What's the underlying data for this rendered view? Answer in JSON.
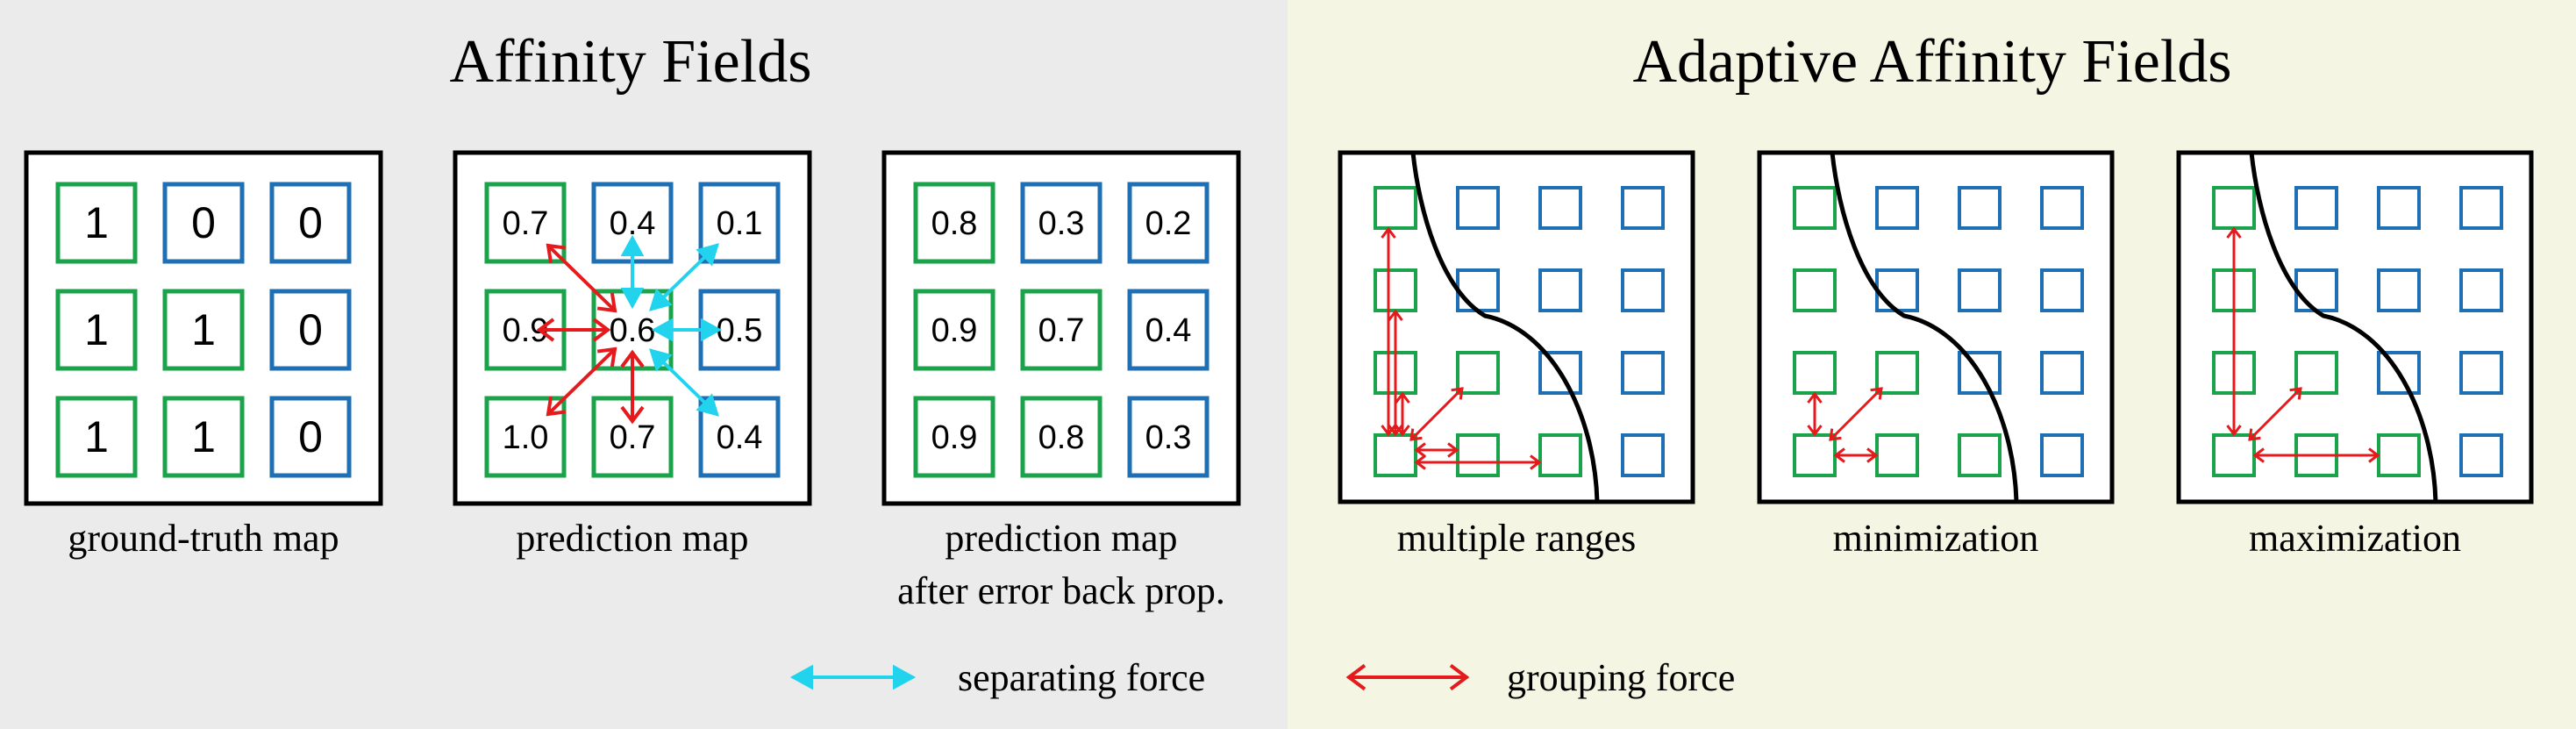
{
  "left_panel": {
    "title": "Affinity Fields",
    "bg_color": "#ebebeb",
    "grids": [
      {
        "caption": [
          "ground-truth map"
        ],
        "cells": [
          {
            "text": "1",
            "c": "g"
          },
          {
            "text": "0",
            "c": "b"
          },
          {
            "text": "0",
            "c": "b"
          },
          {
            "text": "1",
            "c": "g"
          },
          {
            "text": "1",
            "c": "g"
          },
          {
            "text": "0",
            "c": "b"
          },
          {
            "text": "1",
            "c": "g"
          },
          {
            "text": "1",
            "c": "g"
          },
          {
            "text": "0",
            "c": "b"
          }
        ]
      },
      {
        "caption": [
          "prediction map"
        ],
        "cells": [
          {
            "text": "0.7",
            "c": "g"
          },
          {
            "text": "0.4",
            "c": "b"
          },
          {
            "text": "0.1",
            "c": "b"
          },
          {
            "text": "0.9",
            "c": "g"
          },
          {
            "text": "0.6",
            "c": "g"
          },
          {
            "text": "0.5",
            "c": "b"
          },
          {
            "text": "1.0",
            "c": "g"
          },
          {
            "text": "0.7",
            "c": "g"
          },
          {
            "text": "0.4",
            "c": "b"
          }
        ]
      },
      {
        "caption": [
          "prediction map",
          "after error back prop."
        ],
        "cells": [
          {
            "text": "0.8",
            "c": "g"
          },
          {
            "text": "0.3",
            "c": "b"
          },
          {
            "text": "0.2",
            "c": "b"
          },
          {
            "text": "0.9",
            "c": "g"
          },
          {
            "text": "0.7",
            "c": "g"
          },
          {
            "text": "0.4",
            "c": "b"
          },
          {
            "text": "0.9",
            "c": "g"
          },
          {
            "text": "0.8",
            "c": "g"
          },
          {
            "text": "0.3",
            "c": "b"
          }
        ]
      }
    ]
  },
  "right_panel": {
    "title": "Adaptive Affinity Fields",
    "bg_color": "#f4f5e2",
    "grids": [
      {
        "caption": "multiple ranges",
        "cells": [
          "g",
          "b",
          "b",
          "b",
          "g",
          "b",
          "b",
          "b",
          "g",
          "g",
          "b",
          "b",
          "g",
          "g",
          "g",
          "b"
        ]
      },
      {
        "caption": "minimization",
        "cells": [
          "g",
          "b",
          "b",
          "b",
          "g",
          "b",
          "b",
          "b",
          "g",
          "g",
          "b",
          "b",
          "g",
          "g",
          "g",
          "b"
        ]
      },
      {
        "caption": "maximization",
        "cells": [
          "g",
          "b",
          "b",
          "b",
          "g",
          "b",
          "b",
          "b",
          "g",
          "g",
          "b",
          "b",
          "g",
          "g",
          "g",
          "b"
        ]
      }
    ]
  },
  "legend": {
    "separating": "separating force",
    "grouping": "grouping force"
  },
  "colors": {
    "green": "#1aa34a",
    "blue": "#1f6fb5",
    "cyan": "#22d3ee",
    "red": "#e41a1c",
    "frame": "#000000"
  }
}
